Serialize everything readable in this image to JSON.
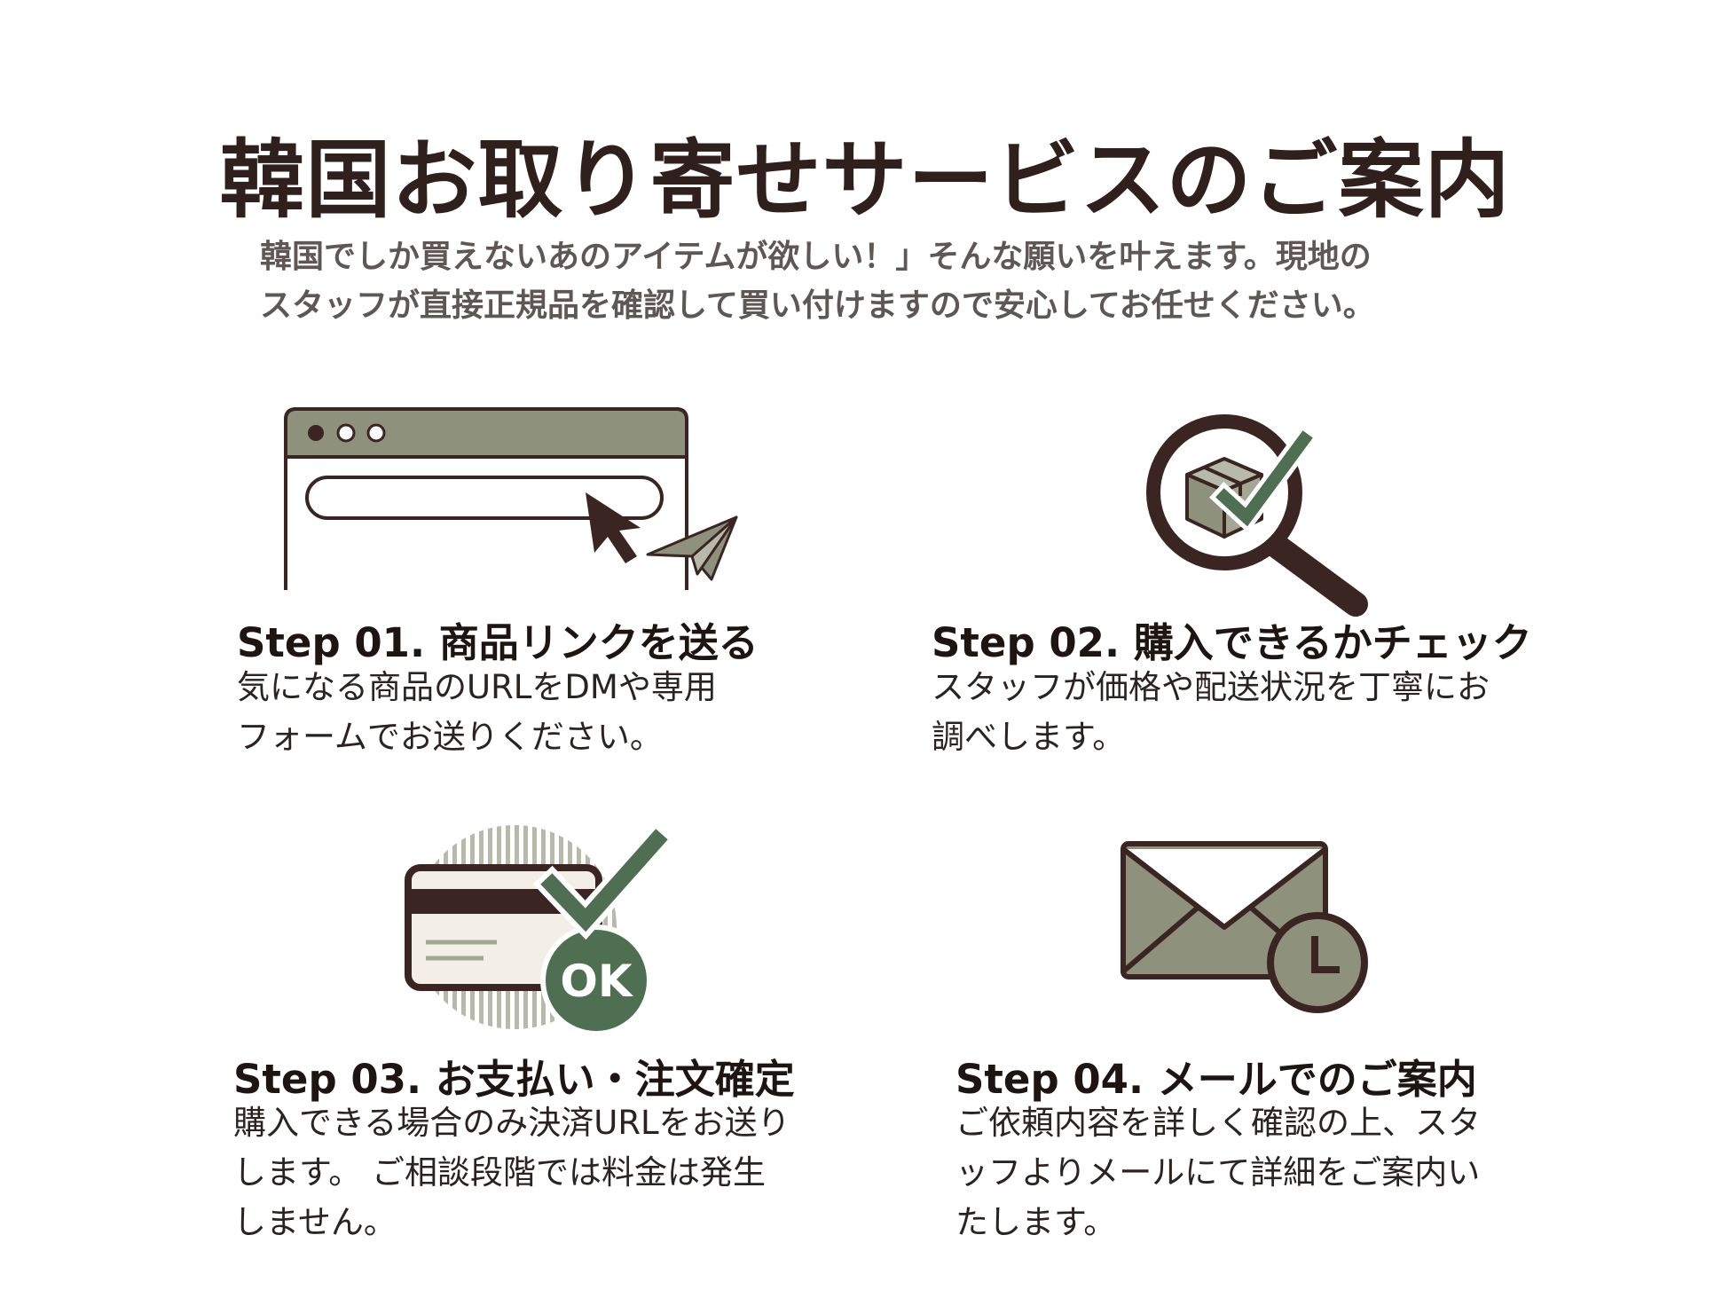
{
  "header": {
    "title": "韓国お取り寄せサービスのご案内",
    "subtitle_lines": [
      "韓国でしか買えないあのアイテムが欲しい！」そんな願いを叶えます。現地の",
      "スタッフが直接正規品を確認して買い付けますので安心してお任せください。"
    ]
  },
  "steps": [
    {
      "title": "Step 01. 商品リンクを送る",
      "desc": [
        "気になる商品のURLをDMや専用",
        "フォームでお送りください。"
      ],
      "icon": "browser-link-icon"
    },
    {
      "title": "Step 02. 購入できるかチェック",
      "desc": [
        "スタッフが価格や配送状況を丁寧にお",
        "調べします。"
      ],
      "icon": "magnifier-package-check-icon"
    },
    {
      "title": "Step 03. お支払い・注文確定",
      "desc": [
        "購入できる場合のみ決済URLをお送り",
        "します。 ご相談段階では料金は発生",
        "しません。"
      ],
      "icon": "card-ok-icon",
      "badge": "OK"
    },
    {
      "title": "Step 04. メールでのご案内",
      "desc": [
        "ご依頼内容を詳しく確認の上、スタ",
        "ッフよりメールにて詳細をご案内い",
        "たします。"
      ],
      "icon": "mail-clock-icon"
    }
  ],
  "colors": {
    "dark": "#3a2522",
    "olive": "#8e927d",
    "green": "#4f6f52",
    "text": "#2b1d1b"
  }
}
